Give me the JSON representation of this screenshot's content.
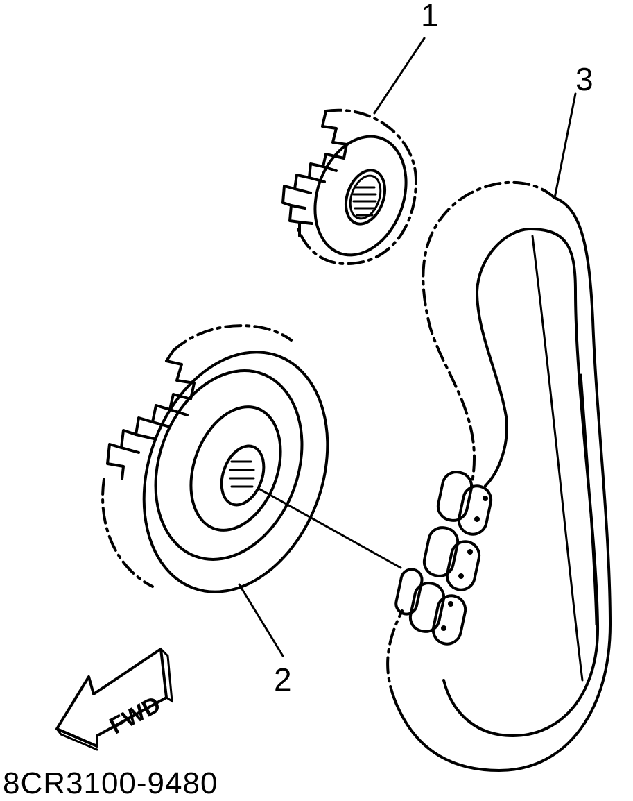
{
  "callouts": [
    {
      "id": "1",
      "label": "1"
    },
    {
      "id": "2",
      "label": "2"
    },
    {
      "id": "3",
      "label": "3"
    }
  ],
  "direction_arrow": {
    "label": "FWD",
    "icon": "arrow-left-icon"
  },
  "part_number": "8CR3100-9480"
}
